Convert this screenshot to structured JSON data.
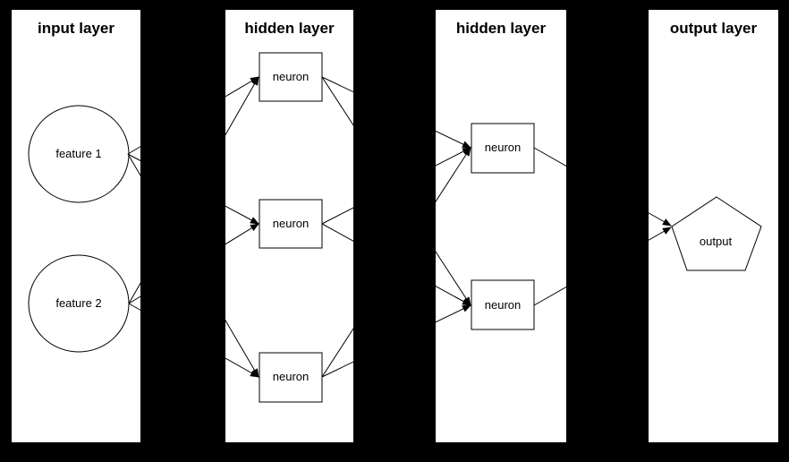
{
  "diagram": {
    "type": "neural-network",
    "colors": {
      "background": "#000000",
      "panel_fill": "#ffffff",
      "stroke": "#000000"
    },
    "layers": [
      {
        "title": "input layer",
        "nodes": [
          {
            "id": "feature-1",
            "label": "feature 1",
            "shape": "circle"
          },
          {
            "id": "feature-2",
            "label": "feature 2",
            "shape": "circle"
          }
        ]
      },
      {
        "title": "hidden layer",
        "nodes": [
          {
            "id": "h1-neuron-1",
            "label": "neuron",
            "shape": "rect"
          },
          {
            "id": "h1-neuron-2",
            "label": "neuron",
            "shape": "rect"
          },
          {
            "id": "h1-neuron-3",
            "label": "neuron",
            "shape": "rect"
          }
        ]
      },
      {
        "title": "hidden layer",
        "nodes": [
          {
            "id": "h2-neuron-1",
            "label": "neuron",
            "shape": "rect"
          },
          {
            "id": "h2-neuron-2",
            "label": "neuron",
            "shape": "rect"
          }
        ]
      },
      {
        "title": "output layer",
        "nodes": [
          {
            "id": "output",
            "label": "output",
            "shape": "pentagon"
          }
        ]
      }
    ],
    "edges": [
      {
        "from": "feature-1",
        "to": "h1-neuron-1"
      },
      {
        "from": "feature-1",
        "to": "h1-neuron-2"
      },
      {
        "from": "feature-1",
        "to": "h1-neuron-3"
      },
      {
        "from": "feature-2",
        "to": "h1-neuron-1"
      },
      {
        "from": "feature-2",
        "to": "h1-neuron-2"
      },
      {
        "from": "feature-2",
        "to": "h1-neuron-3"
      },
      {
        "from": "h1-neuron-1",
        "to": "h2-neuron-1"
      },
      {
        "from": "h1-neuron-1",
        "to": "h2-neuron-2"
      },
      {
        "from": "h1-neuron-2",
        "to": "h2-neuron-1"
      },
      {
        "from": "h1-neuron-2",
        "to": "h2-neuron-2"
      },
      {
        "from": "h1-neuron-3",
        "to": "h2-neuron-1"
      },
      {
        "from": "h1-neuron-3",
        "to": "h2-neuron-2"
      },
      {
        "from": "h2-neuron-1",
        "to": "output"
      },
      {
        "from": "h2-neuron-2",
        "to": "output"
      }
    ]
  }
}
